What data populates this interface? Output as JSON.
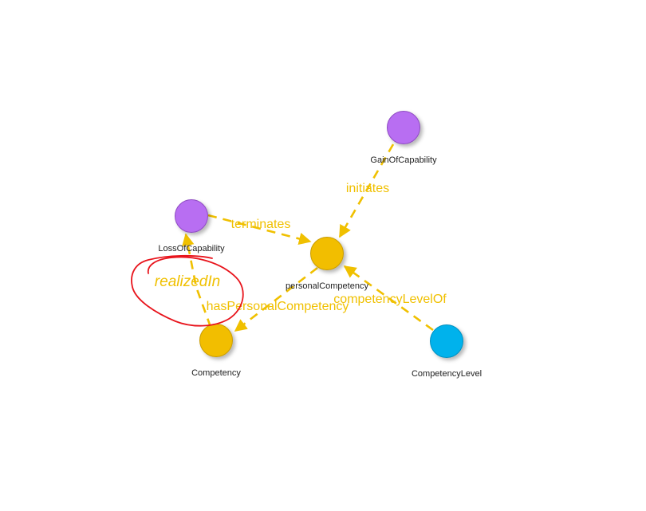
{
  "colors": {
    "edge": "#f0c000",
    "annotation_stroke": "#e8141c"
  },
  "nodes": [
    {
      "id": "GainOfCapability",
      "label": "GainOfCapability",
      "color": "#b86ef2"
    },
    {
      "id": "LossOfCapability",
      "label": "LossOfCapability",
      "color": "#b86ef2"
    },
    {
      "id": "personalCompetency",
      "label": "personalCompetency",
      "color": "#f2be00"
    },
    {
      "id": "Competency",
      "label": "Competency",
      "color": "#f2be00"
    },
    {
      "id": "CompetencyLevel",
      "label": "CompetencyLevel",
      "color": "#00b2ec"
    }
  ],
  "edges": [
    {
      "id": "initiates",
      "label": "initiates",
      "source": "GainOfCapability",
      "target": "personalCompetency"
    },
    {
      "id": "terminates",
      "label": "terminates",
      "source": "LossOfCapability",
      "target": "personalCompetency"
    },
    {
      "id": "competencyLevelOf",
      "label": "competencyLevelOf",
      "source": "CompetencyLevel",
      "target": "personalCompetency"
    },
    {
      "id": "hasPersonalCompetency",
      "label": "hasPersonalCompetency",
      "source": "personalCompetency",
      "target": "Competency"
    },
    {
      "id": "realizedIn",
      "label": "realizedIn",
      "source": "Competency",
      "target": "LossOfCapability"
    }
  ],
  "annotation": {
    "text": "realizedIn"
  }
}
